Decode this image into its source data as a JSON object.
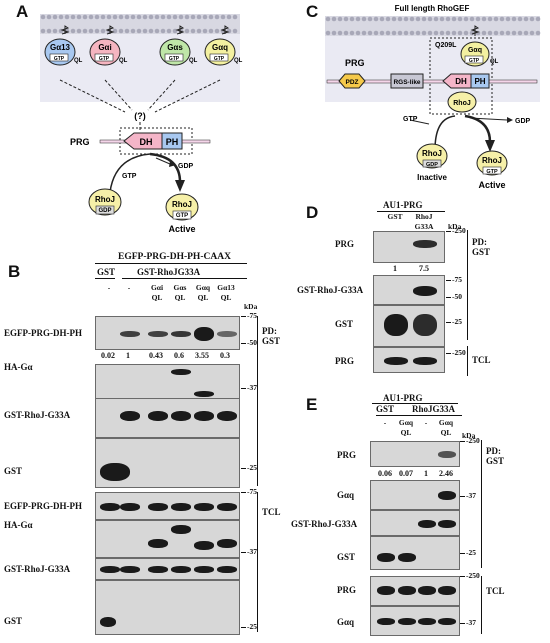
{
  "panels": {
    "A": "A",
    "B": "B",
    "C": "C",
    "D": "D",
    "E": "E"
  },
  "diagramA": {
    "galphas": [
      {
        "label": "Gα13",
        "gtp": "GTP",
        "ql": "QL",
        "color": "#a8c8f0"
      },
      {
        "label": "Gαi",
        "gtp": "GTP",
        "ql": "QL",
        "color": "#f5b5c0"
      },
      {
        "label": "Gαs",
        "gtp": "GTP",
        "ql": "QL",
        "color": "#bfe6a8"
      },
      {
        "label": "Gαq",
        "gtp": "GTP",
        "ql": "QL",
        "color": "#f3f0a0"
      }
    ],
    "question": "(?)",
    "prg": "PRG",
    "dh": "DH",
    "ph": "PH",
    "gdp_out": "GDP",
    "gtp_in": "GTP",
    "rhoj": "RhoJ",
    "gdp": "GDP",
    "gtp": "GTP",
    "active": "Active"
  },
  "diagramC": {
    "title": "Full length RhoGEF",
    "q209l": "Q209L",
    "galpha": "Gαq",
    "gtp_badge": "GTP",
    "ql": "QL",
    "prg": "PRG",
    "pdz": "PDZ",
    "rgs": "RGS-like",
    "dh": "DH",
    "ph": "PH",
    "rhoj": "RhoJ",
    "gtp_in": "GTP",
    "gdp_out": "GDP",
    "inactive": "Inactive",
    "active": "Active",
    "gdp": "GDP",
    "gtp": "GTP"
  },
  "blotB": {
    "construct": "EGFP-PRG-DH-PH-CAAX",
    "gst_group": "GST",
    "rhoj_group": "GST-RhoJG33A",
    "lanes": [
      "-",
      "-",
      "Gαi QL",
      "Gαs QL",
      "Gαq QL",
      "Gα13 QL"
    ],
    "kda": "kDa",
    "rows_pd": [
      "EGFP-PRG-DH-PH",
      "HA-Gα",
      "GST-RhoJ-G33A",
      "GST"
    ],
    "rows_tcl": [
      "EGFP-PRG-DH-PH",
      "HA-Gα",
      "GST-RhoJ-G33A",
      "GST"
    ],
    "quant": [
      "0.02",
      "1",
      "0.43",
      "0.6",
      "3.55",
      "0.3"
    ],
    "pd_label": "PD: GST",
    "tcl_label": "TCL",
    "mw_pd": [
      "75",
      "50",
      "37",
      "25"
    ],
    "mw_tcl": [
      "75",
      "37",
      "25"
    ]
  },
  "blotD": {
    "header": "AU1-PRG",
    "lanes": [
      "GST",
      "RhoJ G33A"
    ],
    "kda": "kDa",
    "rows": [
      "PRG",
      "GST-RhoJ-G33A",
      "GST",
      "PRG"
    ],
    "quant": [
      "1",
      "7.5"
    ],
    "pd_label": "PD: GST",
    "tcl_label": "TCL",
    "mw": [
      "250",
      "75",
      "50",
      "25",
      "250"
    ]
  },
  "blotE": {
    "header": "AU1-PRG",
    "groups": [
      "GST",
      "RhoJG33A"
    ],
    "lanes": [
      "-",
      "Gαq QL",
      "-",
      "Gαq QL"
    ],
    "kda": "kDa",
    "rows": [
      "PRG",
      "Gαq",
      "GST-RhoJ-G33A",
      "GST",
      "PRG",
      "Gαq"
    ],
    "quant": [
      "0.06",
      "0.07",
      "1",
      "2.46"
    ],
    "pd_label": "PD: GST",
    "tcl_label": "TCL",
    "mw": [
      "250",
      "37",
      "25",
      "250",
      "37"
    ]
  }
}
